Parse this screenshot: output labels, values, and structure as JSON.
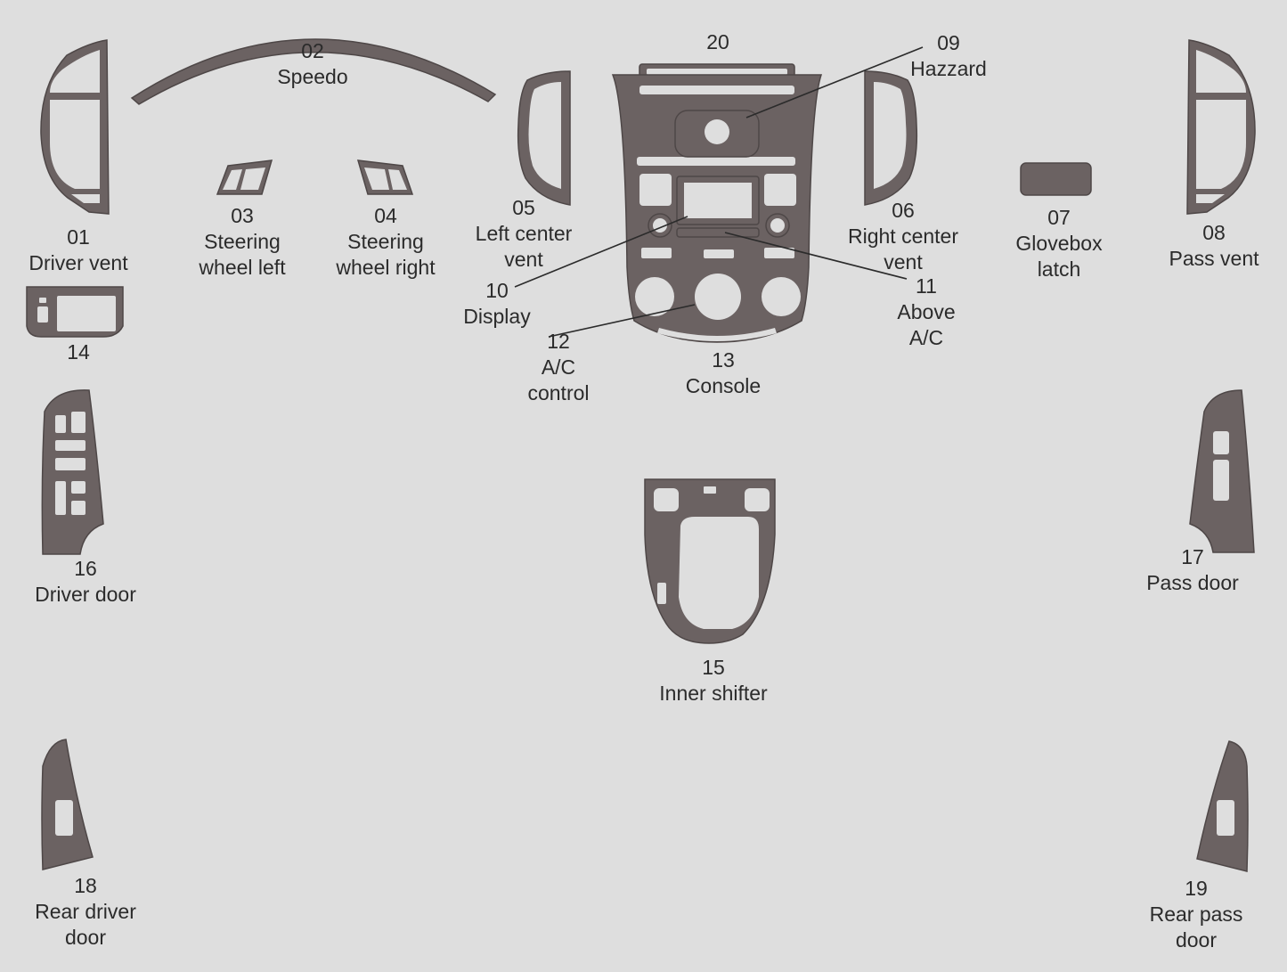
{
  "colors": {
    "background": "#dedede",
    "part_fill": "#6b6262",
    "part_stroke": "#4e4747",
    "label_text": "#2b2b2b"
  },
  "parts": [
    {
      "id": "01",
      "number": "01",
      "name": "Driver vent"
    },
    {
      "id": "02",
      "number": "02",
      "name": "Speedo"
    },
    {
      "id": "03",
      "number": "03",
      "name": "Steering wheel left",
      "lines": [
        "Steering",
        "wheel left"
      ]
    },
    {
      "id": "04",
      "number": "04",
      "name": "Steering wheel right",
      "lines": [
        "Steering",
        "wheel right"
      ]
    },
    {
      "id": "05",
      "number": "05",
      "name": "Left center vent",
      "lines": [
        "Left center",
        "vent"
      ]
    },
    {
      "id": "06",
      "number": "06",
      "name": "Right center vent",
      "lines": [
        "Right center",
        "vent"
      ]
    },
    {
      "id": "07",
      "number": "07",
      "name": "Glovebox latch",
      "lines": [
        "Glovebox",
        "latch"
      ]
    },
    {
      "id": "08",
      "number": "08",
      "name": "Pass vent"
    },
    {
      "id": "09",
      "number": "09",
      "name": "Hazzard"
    },
    {
      "id": "10",
      "number": "10",
      "name": "Display"
    },
    {
      "id": "11",
      "number": "11",
      "name": "Above A/C",
      "lines": [
        "Above",
        "A/C"
      ]
    },
    {
      "id": "12",
      "number": "12",
      "name": "A/C control",
      "lines": [
        "A/C",
        "control"
      ]
    },
    {
      "id": "13",
      "number": "13",
      "name": "Console"
    },
    {
      "id": "14",
      "number": "14",
      "name": ""
    },
    {
      "id": "15",
      "number": "15",
      "name": "Inner shifter"
    },
    {
      "id": "16",
      "number": "16",
      "name": "Driver door"
    },
    {
      "id": "17",
      "number": "17",
      "name": "Pass door"
    },
    {
      "id": "18",
      "number": "18",
      "name": "Rear driver door",
      "lines": [
        "Rear driver",
        "door"
      ]
    },
    {
      "id": "19",
      "number": "19",
      "name": "Rear pass door",
      "lines": [
        "Rear pass",
        "door"
      ]
    },
    {
      "id": "20",
      "number": "20",
      "name": ""
    }
  ]
}
